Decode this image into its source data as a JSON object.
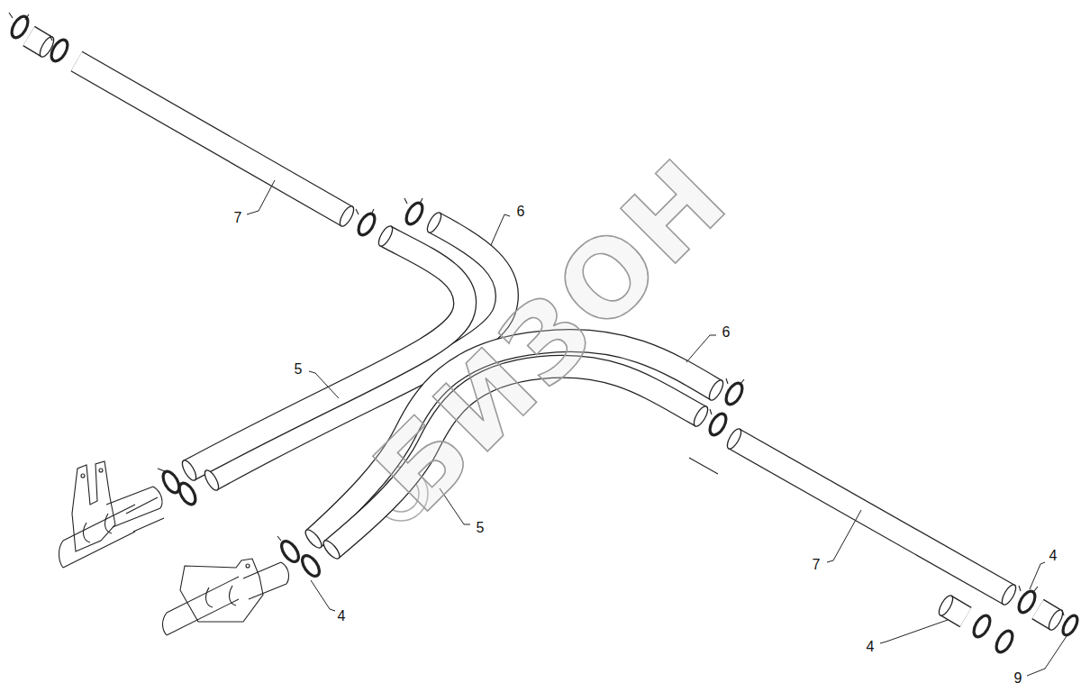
{
  "diagram": {
    "labels": [
      "7",
      "6",
      "6",
      "5",
      "5",
      "7",
      "4",
      "4",
      "4",
      "9",
      "БИЗОН"
    ]
  }
}
